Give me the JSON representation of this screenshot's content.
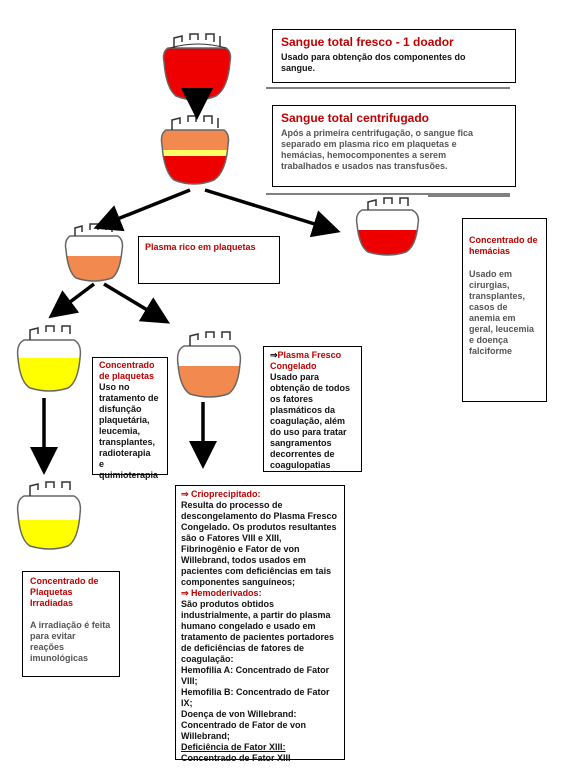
{
  "colors": {
    "whole_blood": "#ee0000",
    "plasma_rich": "#f28a50",
    "yellow": "#ffff00",
    "buffy_stripe": "#ffff66",
    "title_red": "#c00000",
    "arrow": "#000000"
  },
  "box1": {
    "title": "Sangue total fresco - 1 doador",
    "text": [
      "Usado para obtenção dos componentes do",
      "sangue."
    ]
  },
  "box2": {
    "title": "Sangue total centrifugado",
    "text": [
      "Após a primeira centrifugação, o sangue fica",
      "separado em plasma rico em plaquetas e",
      "hemácias, hemocomponentes a serem",
      "trabalhados e usados nas transfusões."
    ]
  },
  "box3": {
    "title": "Plasma rico em plaquetas"
  },
  "box4": {
    "title": [
      "Concentrado de",
      "hemácias"
    ],
    "text": [
      "Usado em",
      "cirurgias,",
      "transplantes,",
      "casos de",
      "anemia em",
      "geral, leucemia",
      "e doença",
      "falciforme"
    ]
  },
  "box5": {
    "title": [
      "Concentrado",
      "de plaquetas"
    ],
    "text": [
      "Uso no",
      "tratamento de",
      "disfunção",
      "plaquetária,",
      "leucemia,",
      "transplantes,",
      "radioterapia",
      "e",
      "quimioterapia"
    ]
  },
  "box6": {
    "arrow_symbol": "⇒",
    "title": [
      "Plasma Fresco",
      "Congelado"
    ],
    "text": [
      "Usado para",
      "obtenção de todos",
      "os fatores",
      "plasmáticos da",
      "coagulação, além",
      "do uso para tratar",
      "sangramentos",
      "decorrentes de",
      "coagulopatias"
    ]
  },
  "box7": {
    "title": [
      "Concentrado de",
      "Plaquetas",
      "Irradiadas"
    ],
    "text": [
      "A irradiação é feita",
      "para evitar reações",
      "imunológicas"
    ]
  },
  "box8": {
    "heading1": "⇒ Crioprecipitado:",
    "text1": [
      "Resulta do processo de",
      "descongelamento do Plasma Fresco",
      "Congelado. Os produtos resultantes",
      "são o Fatores VIII e XIII,",
      "Fibrinogênio e Fator de von",
      "Willebrand, todos usados em",
      "pacientes com deficiências em tais",
      "componentes sanguíneos;"
    ],
    "heading2": "⇒ Hemoderivados:",
    "text2": [
      "São produtos obtidos",
      "industrialmente, a partir do plasma",
      "humano congelado e usado em",
      "tratamento de pacientes portadores",
      "de deficiências de fatores de",
      "coagulação:",
      "Hemofilia A: Concentrado de Fator",
      "VIII;",
      "Hemofilia B: Concentrado de Fator",
      "IX;",
      "Doença de von Willebrand:",
      "Concentrado de Fator de von",
      "Willebrand;",
      "Deficiência de Fator XIII:",
      "Concentrado de Fator XIII"
    ]
  }
}
